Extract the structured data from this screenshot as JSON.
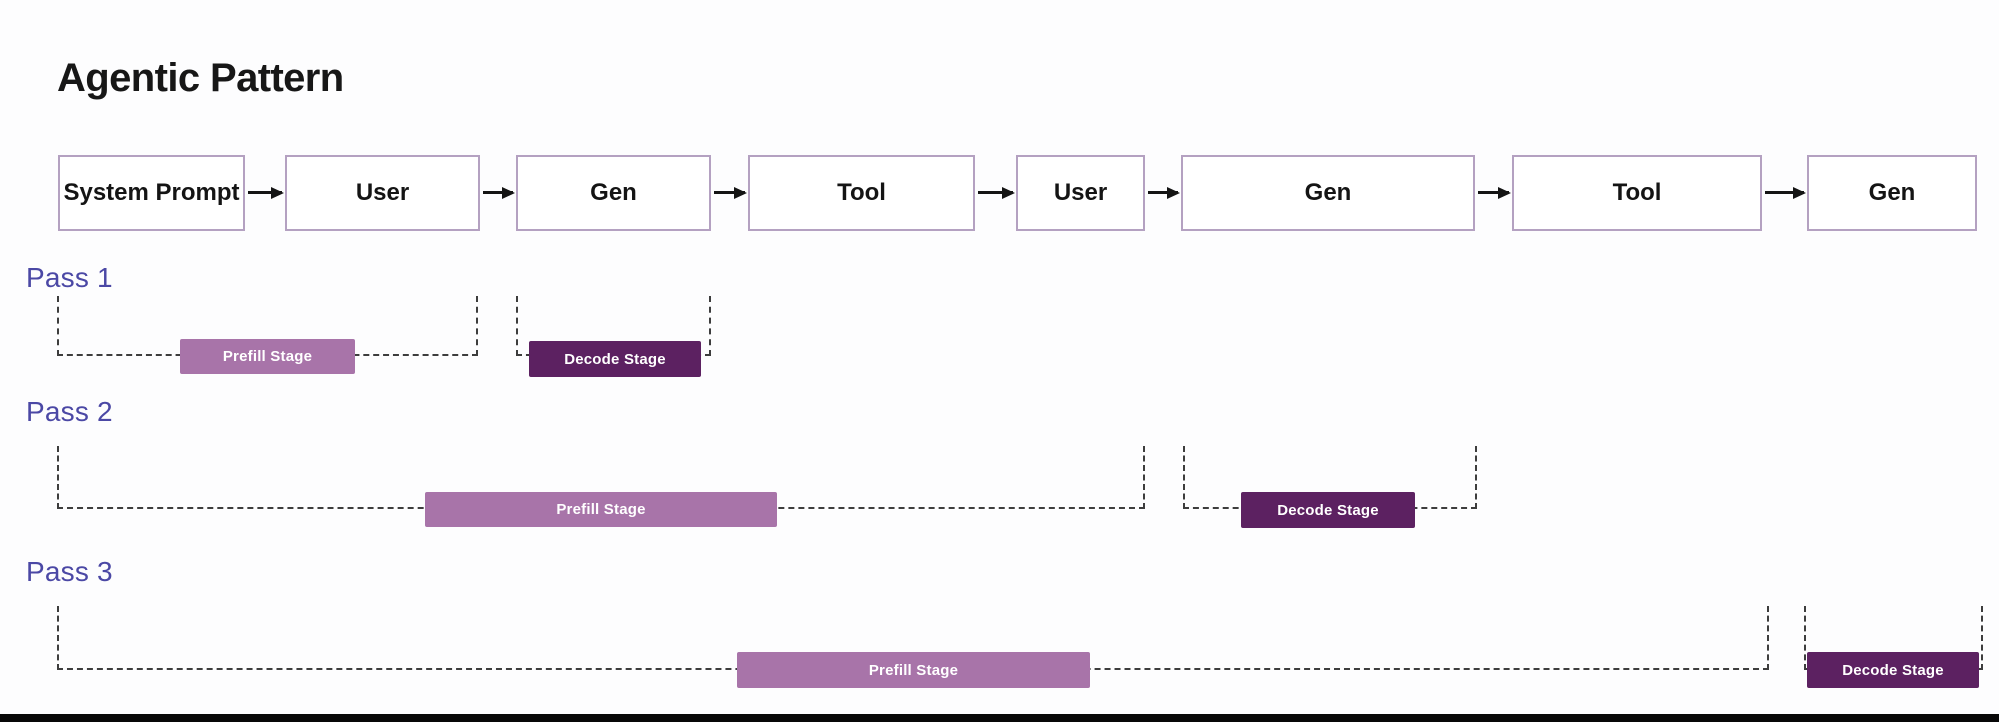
{
  "title": "Agentic Pattern",
  "colors": {
    "title": "#171717",
    "box-border": "#b4a1c1",
    "arrow": "#141414",
    "pass-label": "#4b48a5",
    "dash": "#3d3d3d",
    "prefill": "#a874a9",
    "decode": "#5c2161",
    "bottom-bar": "#080808"
  },
  "flow": {
    "boxes": [
      {
        "label": "System Prompt"
      },
      {
        "label": "User"
      },
      {
        "label": "Gen"
      },
      {
        "label": "Tool"
      },
      {
        "label": "User"
      },
      {
        "label": "Gen"
      },
      {
        "label": "Tool"
      },
      {
        "label": "Gen"
      }
    ]
  },
  "passes": [
    {
      "label": "Pass 1",
      "prefill_label": "Prefill Stage",
      "decode_label": "Decode Stage"
    },
    {
      "label": "Pass 2",
      "prefill_label": "Prefill Stage",
      "decode_label": "Decode Stage"
    },
    {
      "label": "Pass 3",
      "prefill_label": "Prefill Stage",
      "decode_label": "Decode Stage"
    }
  ]
}
